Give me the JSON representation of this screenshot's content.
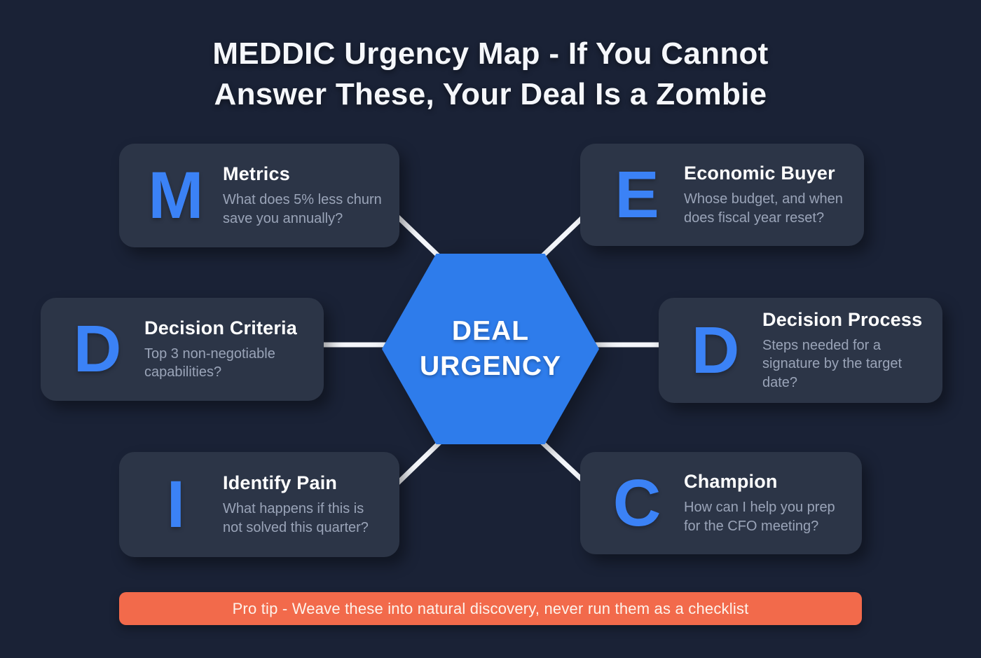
{
  "title": {
    "line1": "MEDDIC Urgency Map - If You Cannot",
    "line2": "Answer These, Your Deal Is a Zombie",
    "full": "MEDDIC Urgency Map - If You Cannot Answer These, Your Deal Is a Zombie"
  },
  "center": {
    "line1": "DEAL",
    "line2": "URGENCY"
  },
  "cards": [
    {
      "letter": "M",
      "title": "Metrics",
      "body": "What does 5% less churn save you annually?"
    },
    {
      "letter": "E",
      "title": "Economic Buyer",
      "body": "Whose budget, and when does fiscal year reset?"
    },
    {
      "letter": "D",
      "title": "Decision Criteria",
      "body": "Top 3 non-negotiable capabilities?"
    },
    {
      "letter": "D",
      "title": "Decision Process",
      "body": "Steps needed for a signature by the target date?"
    },
    {
      "letter": "I",
      "title": "Identify Pain",
      "body": "What happens if this is not solved this quarter?"
    },
    {
      "letter": "C",
      "title": "Champion",
      "body": "How can I help you prep for the CFO meeting?"
    }
  ],
  "protip": "Pro tip - Weave these into natural discovery, never run them as a checklist",
  "colors": {
    "background": "#1a2236",
    "card": "#2c3547",
    "accent_letter": "#3b82f6",
    "hexagon": "#2e7ceb",
    "connector": "#f4f6fa",
    "body_text": "#9aa4b8",
    "banner": "#f26a4b"
  }
}
